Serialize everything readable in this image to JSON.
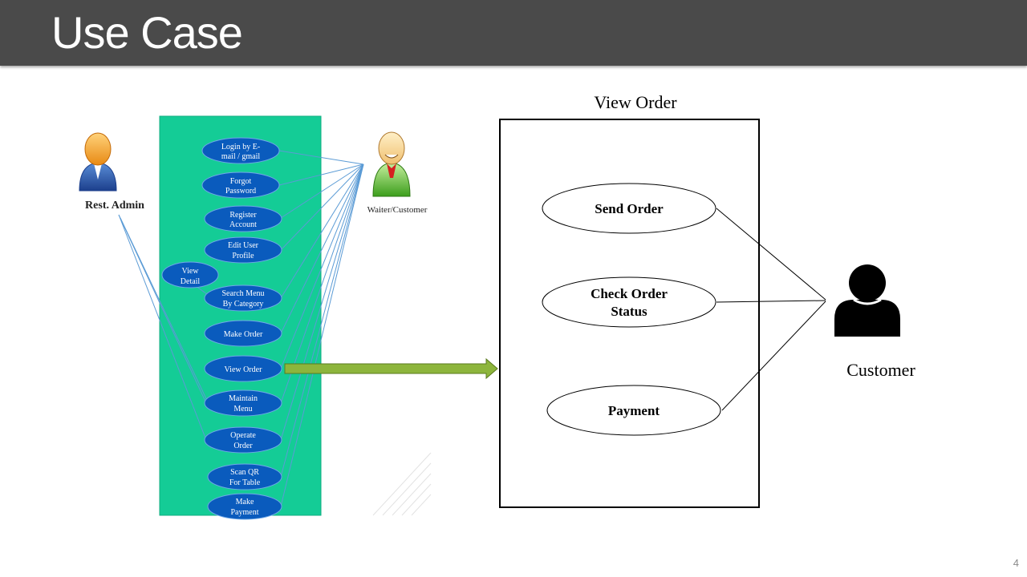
{
  "slide": {
    "title": "Use Case",
    "page_number": "4"
  },
  "left_diagram": {
    "actors": {
      "admin": "Rest. Admin",
      "waiter": "Waiter/Customer"
    },
    "use_cases": [
      {
        "lines": [
          "Login by E-",
          "mail / gmail"
        ]
      },
      {
        "lines": [
          "Forgot",
          "Password"
        ]
      },
      {
        "lines": [
          "Register",
          "Account"
        ]
      },
      {
        "lines": [
          "Edit User",
          "Profile"
        ]
      },
      {
        "lines": [
          "View",
          "Detail"
        ]
      },
      {
        "lines": [
          "Search Menu",
          "By Category"
        ]
      },
      {
        "lines": [
          "Make Order"
        ]
      },
      {
        "lines": [
          "View Order"
        ]
      },
      {
        "lines": [
          "Maintain",
          "Menu"
        ]
      },
      {
        "lines": [
          "Operate",
          "Order"
        ]
      },
      {
        "lines": [
          "Scan QR",
          "For Table"
        ]
      },
      {
        "lines": [
          "Make",
          "Payment"
        ]
      }
    ],
    "colors": {
      "system_box": "#14cc96",
      "use_case_fill": "#0a5bbd",
      "connector": "#5b9bd5",
      "arrow": "#8db53c"
    }
  },
  "right_diagram": {
    "system_title": "View Order",
    "use_cases": [
      {
        "lines": [
          "Send Order"
        ]
      },
      {
        "lines": [
          "Check Order",
          "Status"
        ]
      },
      {
        "lines": [
          "Payment"
        ]
      }
    ],
    "actor": "Customer"
  }
}
